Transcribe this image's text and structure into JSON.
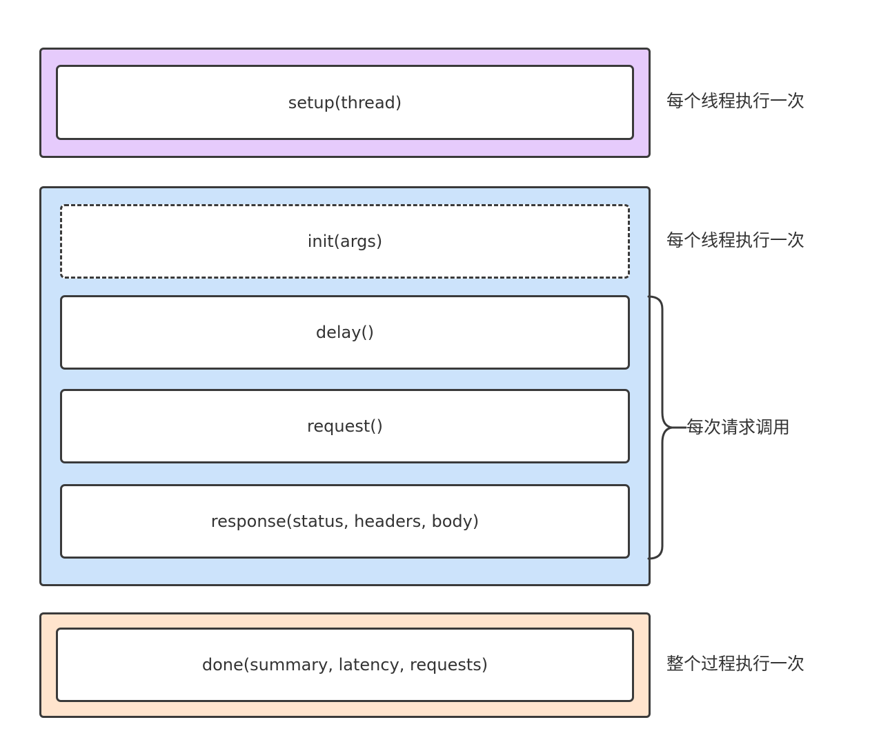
{
  "colors": {
    "setup_group_fill": "#e6cbfc",
    "request_group_fill": "#cce3fb",
    "done_group_fill": "#ffe4cd",
    "stroke": "#3a3a3a",
    "box_fill": "#ffffff"
  },
  "setup_group": {
    "box_label": "setup(thread)",
    "note": "每个线程执行一次"
  },
  "request_group": {
    "init_label": "init(args)",
    "init_note": "每个线程执行一次",
    "delay_label": "delay()",
    "request_label": "request()",
    "response_label": "response(status, headers, body)",
    "per_request_note": "每次请求调用"
  },
  "done_group": {
    "box_label": "done(summary, latency, requests)",
    "note": "整个过程执行一次"
  }
}
